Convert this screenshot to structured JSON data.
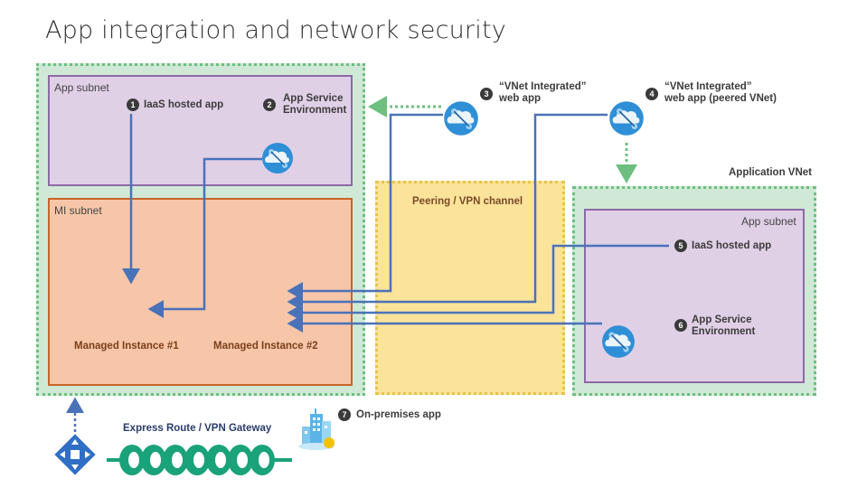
{
  "title": "App integration and network security",
  "regions": {
    "app_subnet_left": "App subnet",
    "mi_subnet": "MI subnet",
    "peering": "Peering / VPN channel",
    "application_vnet": "Application VNet",
    "app_subnet_right": "App subnet"
  },
  "items": {
    "iaas_left": {
      "num": "1",
      "label": "IaaS hosted app"
    },
    "ase_left": {
      "num": "2",
      "label_line1": "App Service",
      "label_line2": "Environment"
    },
    "vnet_web_app": {
      "num": "3",
      "label_line1": "“VNet Integrated”",
      "label_line2": "web app"
    },
    "vnet_web_app_peered": {
      "num": "4",
      "label_line1": "“VNet Integrated”",
      "label_line2": "web app (peered VNet)"
    },
    "iaas_right": {
      "num": "5",
      "label": "IaaS hosted app"
    },
    "ase_right": {
      "num": "6",
      "label_line1": "App Service",
      "label_line2": "Environment"
    },
    "onprem": {
      "num": "7",
      "label": "On-premises app"
    }
  },
  "instances": {
    "mi1": "Managed Instance #1",
    "mi2": "Managed Instance #2"
  },
  "gateway": "Express Route / VPN Gateway",
  "colors": {
    "arrow_blue": "#4a72b8",
    "dotted_green": "#6dbf7f",
    "vnet_fill": "#cfe9d6",
    "subnet_fill": "#e0d0e6",
    "mi_fill": "#f7c6a8",
    "peering_fill": "#fbe39a",
    "icon_blue": "#2f8fd6"
  }
}
